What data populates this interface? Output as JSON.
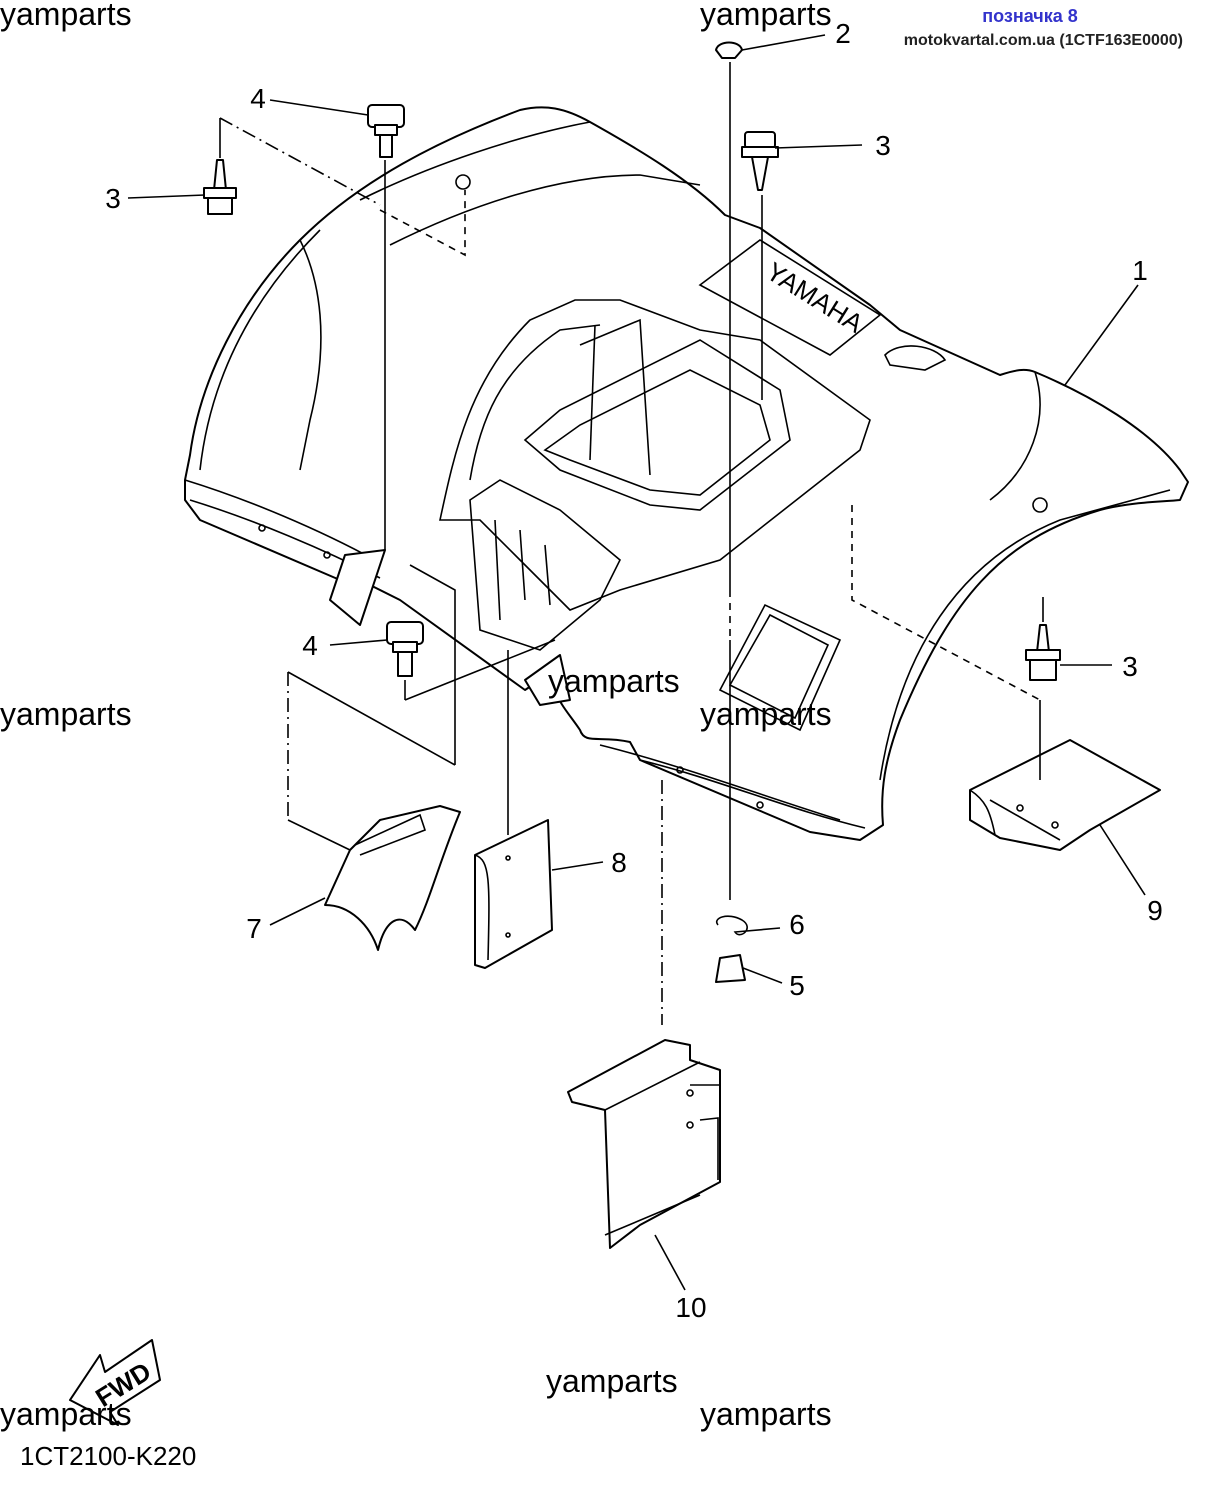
{
  "header": {
    "title": "позначка 8",
    "subtitle": "motokvartal.com.ua (1CTF163E0000)",
    "title_color": "#3333cc"
  },
  "watermark": "yamparts",
  "diagram_code": "1CT2100-K220",
  "fwd_label": "FWD",
  "fender_brand": "YAMAHA",
  "callouts": [
    "1",
    "2",
    "3",
    "3",
    "3",
    "4",
    "4",
    "5",
    "6",
    "7",
    "8",
    "9",
    "10"
  ]
}
